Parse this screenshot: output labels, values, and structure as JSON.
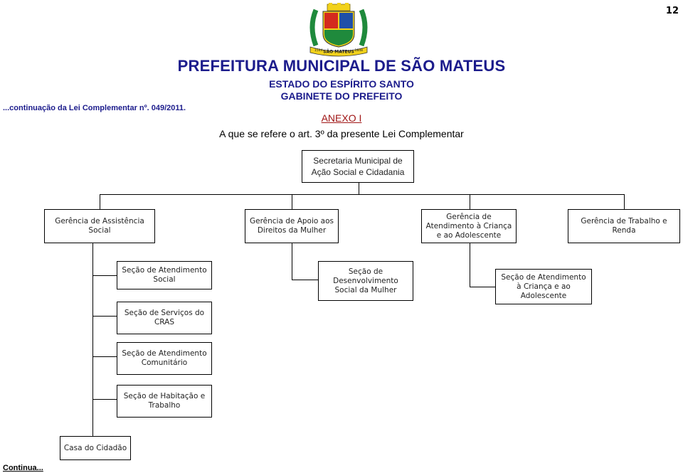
{
  "page_number": "12",
  "header": {
    "title": "PREFEITURA MUNICIPAL DE SÃO MATEUS",
    "state": "ESTADO DO ESPÍRITO SANTO",
    "office": "GABINETE DO PREFEITO",
    "annex": "ANEXO I",
    "reference": "A que se refere o art. 3º da presente Lei Complementar",
    "continuation_note": "...continuação da Lei Complementar nº. 049/2011.",
    "crest": {
      "banner_text": "SÃO MATEUS",
      "year_left": "1544",
      "year_right": "1848",
      "colors": {
        "green": "#1f8a3c",
        "yellow": "#f2d21b",
        "red": "#d42a1e",
        "blue": "#1f4fa8"
      }
    }
  },
  "org_chart": {
    "root": "Secretaria Municipal de Ação Social e Cidadania",
    "managements": [
      "Gerência de Assistência Social",
      "Gerência de Apoio aos Direitos da Mulher",
      "Gerência de Atendimento à Criança e ao Adolescente",
      "Gerência de Trabalho e Renda"
    ],
    "sections_assistencia": [
      "Seção de Atendimento Social",
      "Seção de Serviços do CRAS",
      "Seção de Atendimento Comunitário",
      "Seção de Habitação e Trabalho"
    ],
    "section_mulher": "Seção de Desenvolvimento Social da Mulher",
    "section_crianca": "Seção de Atendimento à Criança e ao Adolescente",
    "casa_cidadao": "Casa do Cidadão"
  },
  "footer": {
    "continua": "Continua..."
  }
}
